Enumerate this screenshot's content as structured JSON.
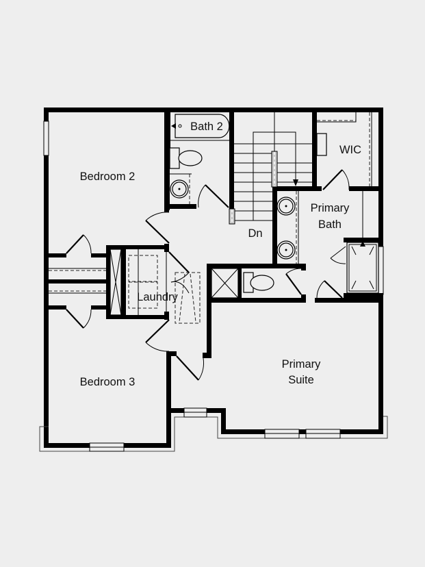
{
  "floor_plan": {
    "background_color": "#eeeeee",
    "wall_color": "#000000",
    "rooms": [
      {
        "id": "bedroom-2",
        "label": "Bedroom 2",
        "lines": [
          "Bedroom 2"
        ]
      },
      {
        "id": "bath-2",
        "label": "Bath 2",
        "lines": [
          "Bath 2"
        ]
      },
      {
        "id": "wic",
        "label": "WIC",
        "lines": [
          "WIC"
        ]
      },
      {
        "id": "primary-bath",
        "label": "Primary Bath",
        "lines": [
          "Primary",
          "Bath"
        ]
      },
      {
        "id": "stairs",
        "label": "Dn",
        "lines": [
          "Dn"
        ]
      },
      {
        "id": "laundry",
        "label": "Laundry",
        "lines": [
          "Laundry"
        ]
      },
      {
        "id": "bedroom-3",
        "label": "Bedroom 3",
        "lines": [
          "Bedroom 3"
        ]
      },
      {
        "id": "primary-suite",
        "label": "Primary Suite",
        "lines": [
          "Primary",
          "Suite"
        ]
      }
    ]
  }
}
